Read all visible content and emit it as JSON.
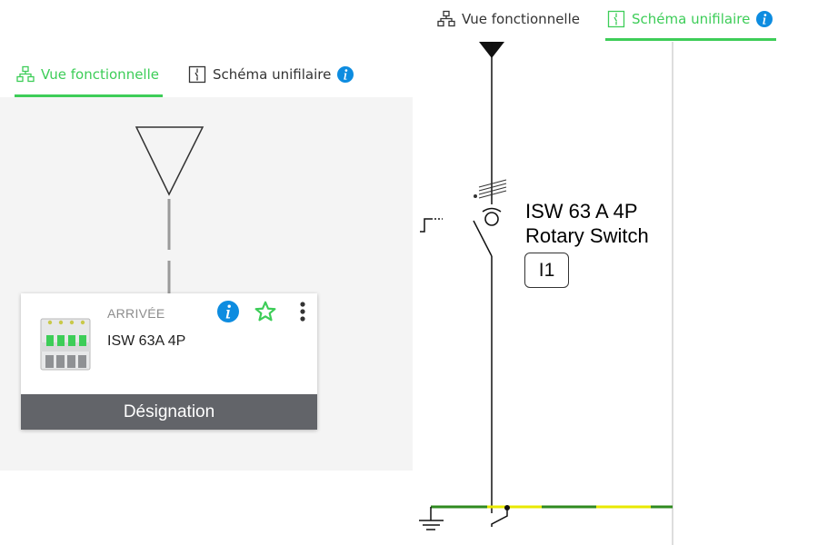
{
  "colors": {
    "accent_green": "#3dcd58",
    "info_blue": "#0d8ce0",
    "footer_gray": "#626469",
    "earth_yellow": "#e8e800",
    "earth_green": "#2f8a1f"
  },
  "left_tabs": {
    "functional": {
      "label": "Vue fonctionnelle",
      "icon": "network-tree-icon",
      "active": true
    },
    "single_line": {
      "label": "Schéma unifilaire",
      "icon": "single-line-diagram-icon",
      "active": false
    }
  },
  "right_tabs": {
    "functional": {
      "label": "Vue fonctionnelle",
      "icon": "network-tree-icon",
      "active": false
    },
    "single_line": {
      "label": "Schéma unifilaire",
      "icon": "single-line-diagram-icon",
      "active": true
    }
  },
  "device_card": {
    "category": "ARRIVÉE",
    "name": "ISW 63A 4P",
    "footer_label": "Désignation",
    "actions": [
      "info-icon",
      "star-icon",
      "more-vertical-icon"
    ]
  },
  "schematic": {
    "device_line1": "ISW 63 A 4P",
    "device_line2": "Rotary Switch",
    "device_tag": "I1"
  }
}
